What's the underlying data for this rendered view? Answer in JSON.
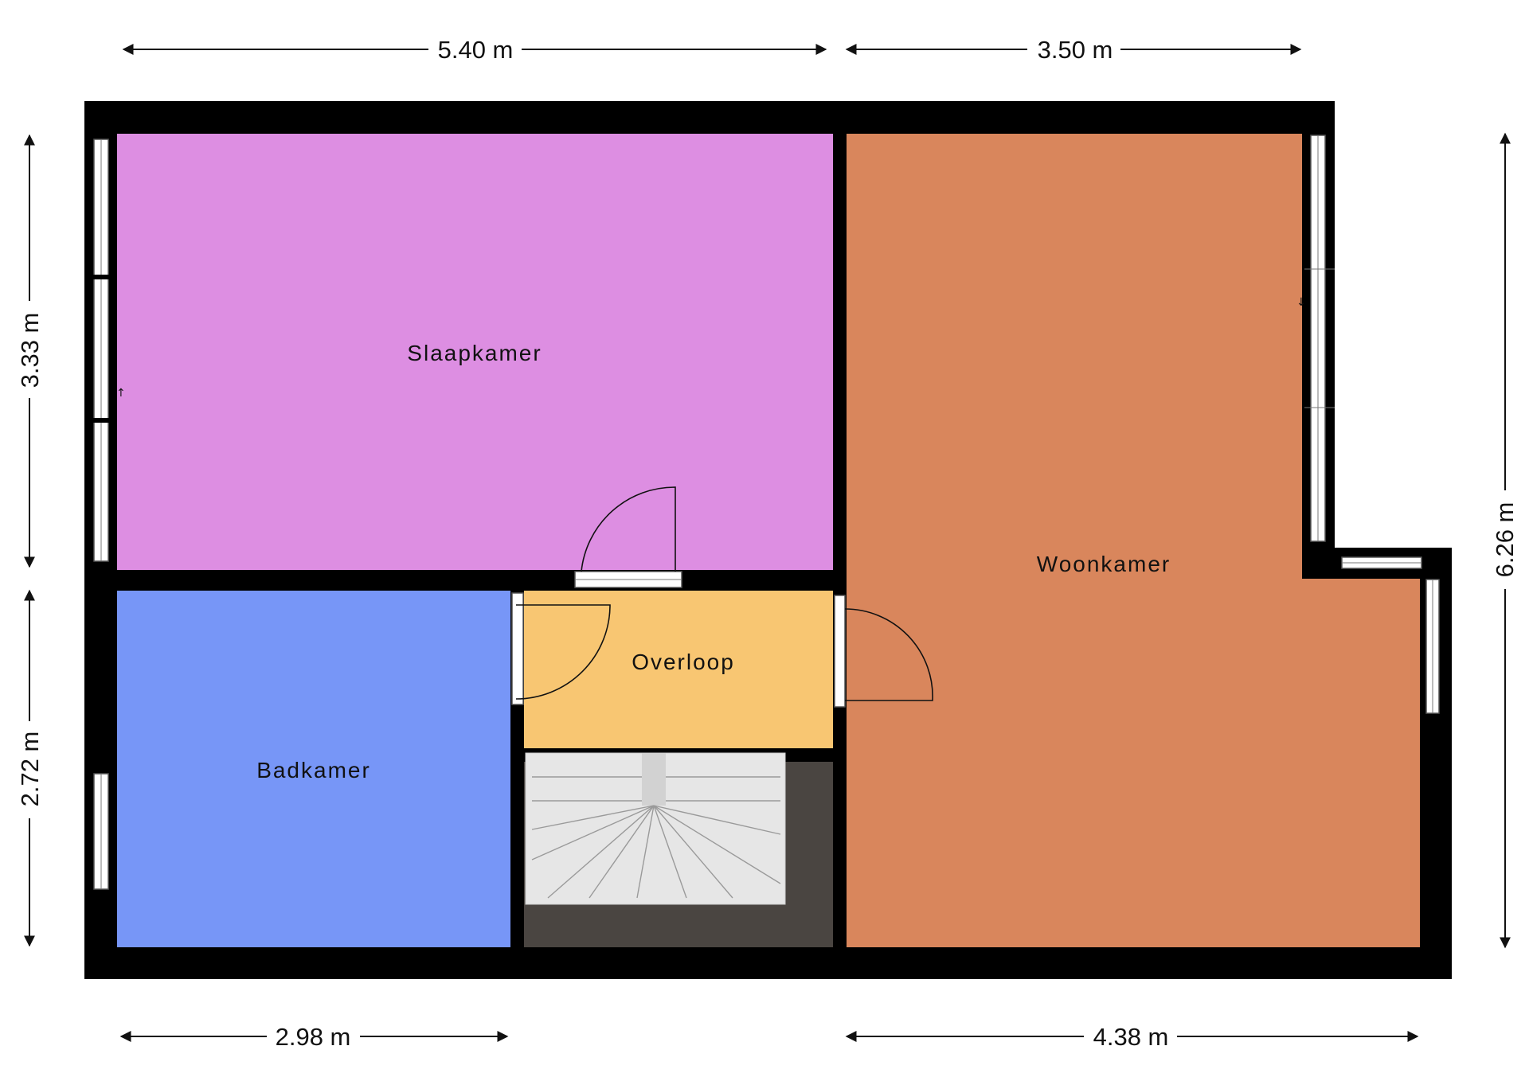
{
  "dimensions": {
    "top_left": "5.40 m",
    "top_right": "3.50 m",
    "left_upper": "3.33 m",
    "left_lower": "2.72 m",
    "right": "6.26 m",
    "bottom_left": "2.98 m",
    "bottom_right": "4.38 m"
  },
  "rooms": {
    "slaapkamer": "Slaapkamer",
    "woonkamer": "Woonkamer",
    "overloop": "Overloop",
    "badkamer": "Badkamer"
  },
  "colors": {
    "slaapkamer": "#dd8ee2",
    "woonkamer": "#d9865c",
    "overloop": "#f8c672",
    "badkamer": "#7796f7",
    "wall": "#000000",
    "stair_void": "#4a4541",
    "stairs": "#e6e6e6"
  }
}
